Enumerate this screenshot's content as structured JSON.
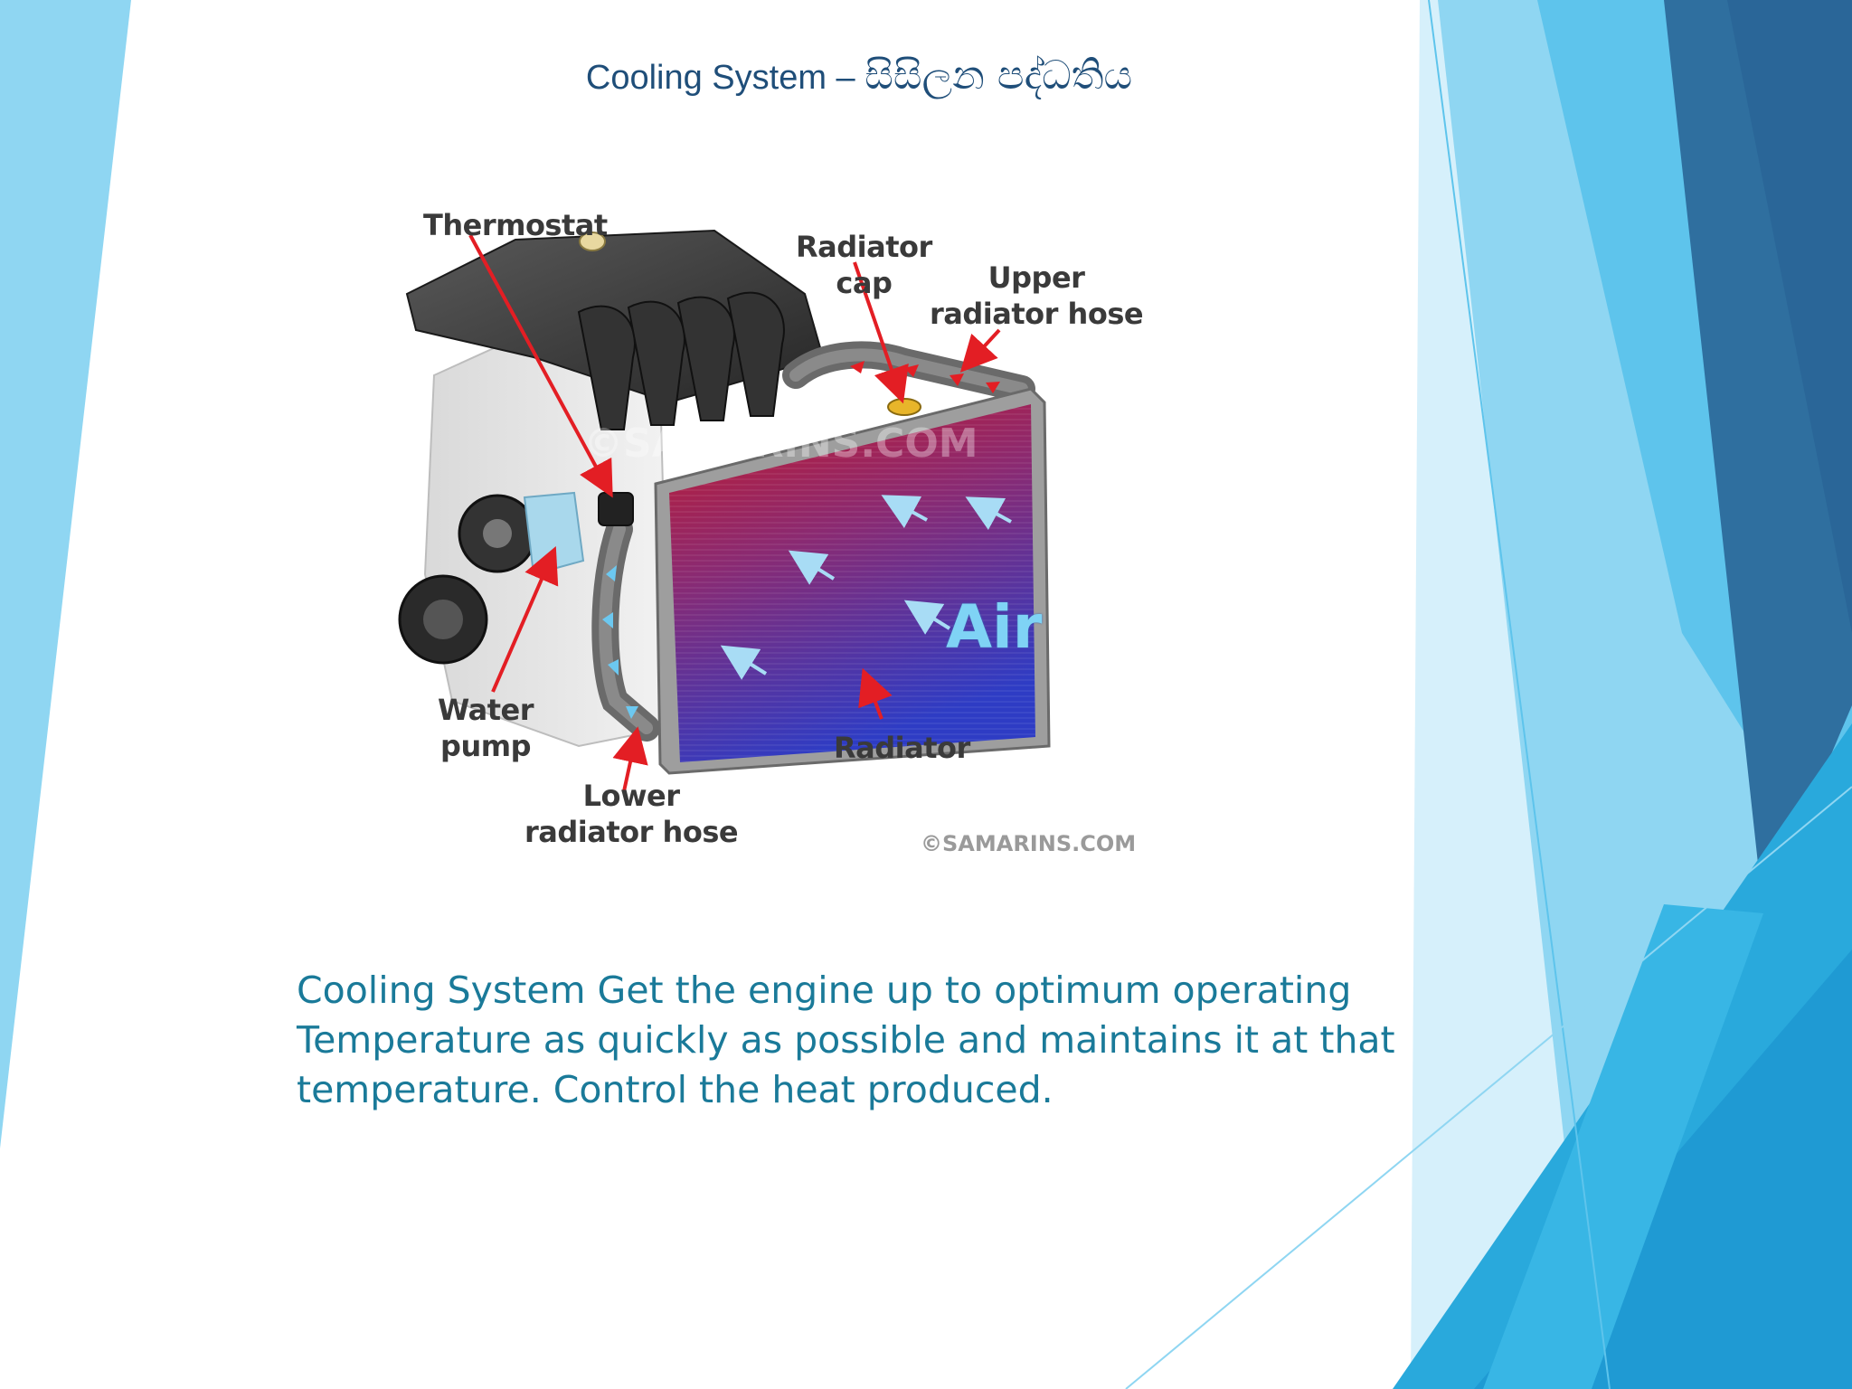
{
  "slide": {
    "title_en": "Cooling System",
    "title_sep": " – ",
    "title_si": "සිසිලන පද්ධතිය",
    "body": "Cooling System Get the engine up to optimum operating Temperature as quickly as possible and maintains it at that temperature. Control the heat produced."
  },
  "diagram": {
    "labels": {
      "thermostat": "Thermostat",
      "radiator_cap_1": "Radiator",
      "radiator_cap_2": "cap",
      "upper_hose_1": "Upper",
      "upper_hose_2": "radiator hose",
      "water_pump_1": "Water",
      "water_pump_2": "pump",
      "radiator": "Radiator",
      "lower_hose_1": "Lower",
      "lower_hose_2": "radiator hose",
      "air": "Air"
    },
    "watermark": "©SAMARINS.COM",
    "watermark_faint": "©SAMARINS.COM"
  },
  "colors": {
    "accent_dark": "#2e6f9e",
    "accent_mid": "#3bb0e0",
    "accent_light": "#8fd6f2",
    "title": "#1f4e79",
    "body_text": "#1a7a99",
    "callout_arrow": "#e31e24"
  }
}
